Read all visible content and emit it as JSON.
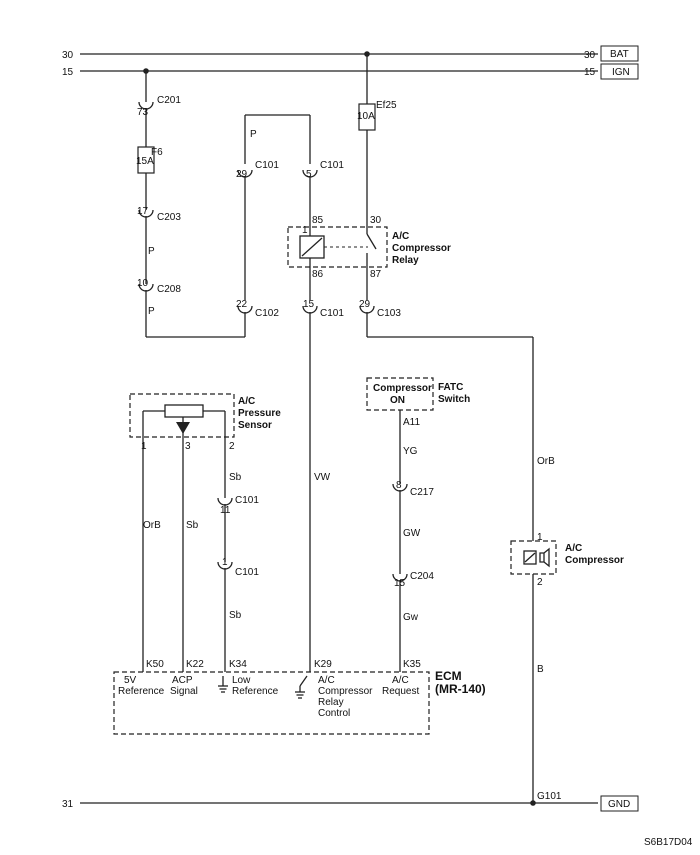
{
  "rails": {
    "bat": {
      "left_num": "30",
      "right_num": "30",
      "tag": "BAT"
    },
    "ign": {
      "left_num": "15",
      "right_num": "15",
      "tag": "IGN"
    },
    "gnd": {
      "left_num": "31",
      "tag": "GND",
      "ground_point": "G101"
    }
  },
  "fuses": {
    "f6": {
      "name": "F6",
      "rating": "15A"
    },
    "ef25": {
      "name": "Ef25",
      "rating": "10A"
    }
  },
  "connectors": {
    "c201": {
      "pin": "73",
      "name": "C201"
    },
    "c203": {
      "pin": "17",
      "name": "C203"
    },
    "c208": {
      "pin": "10",
      "name": "C208"
    },
    "c102": {
      "pin": "22",
      "name": "C102"
    },
    "c101_29": {
      "pin": "29",
      "name": "C101"
    },
    "c101_5": {
      "pin": "5",
      "name": "C101"
    },
    "c101_15": {
      "pin": "15",
      "name": "C101"
    },
    "c103": {
      "pin": "29",
      "name": "C103"
    },
    "c101_11": {
      "pin": "11",
      "name": "C101"
    },
    "c101_1": {
      "pin": "1",
      "name": "C101"
    },
    "c217": {
      "pin": "8",
      "name": "C217"
    },
    "c204": {
      "pin": "15",
      "name": "C204"
    }
  },
  "wire_colors": {
    "p1": "P",
    "p2": "P",
    "p3": "P",
    "vw": "VW",
    "orb_right": "OrB",
    "b": "B",
    "yg": "YG",
    "gw": "GW",
    "gw2": "Gw",
    "orb_left": "OrB",
    "sb_mid": "Sb",
    "sb1": "Sb",
    "sb2": "Sb"
  },
  "relay": {
    "title": [
      "A/C",
      "Compressor",
      "Relay"
    ],
    "pin_85": "85",
    "pin_86": "86",
    "pin_30": "30",
    "pin_87": "87",
    "pin_coil": "1"
  },
  "pressure_sensor": {
    "title": [
      "A/C",
      "Pressure",
      "Sensor"
    ],
    "pin_1": "1",
    "pin_3": "3",
    "pin_2": "2"
  },
  "fatc_switch": {
    "box": [
      "Compressor",
      "ON"
    ],
    "title": [
      "FATC",
      "Switch"
    ],
    "pin": "A11"
  },
  "compressor": {
    "title": [
      "A/C",
      "Compressor"
    ],
    "pin_1": "1",
    "pin_2": "2"
  },
  "ecm": {
    "title": [
      "ECM",
      "(MR-140)"
    ],
    "pins": [
      {
        "pin": "K50",
        "lines": [
          "5V",
          "Reference"
        ]
      },
      {
        "pin": "K22",
        "lines": [
          "ACP",
          "Signal"
        ]
      },
      {
        "pin": "K34",
        "lines": [
          "Low",
          "Reference"
        ]
      },
      {
        "pin": "K29",
        "lines": [
          "A/C",
          "Compressor",
          "Relay",
          "Control"
        ]
      },
      {
        "pin": "K35",
        "lines": [
          "A/C",
          "Request"
        ]
      }
    ]
  },
  "figure_code": "S6B17D04",
  "colors": {
    "line": "#222222",
    "background": "#ffffff"
  }
}
